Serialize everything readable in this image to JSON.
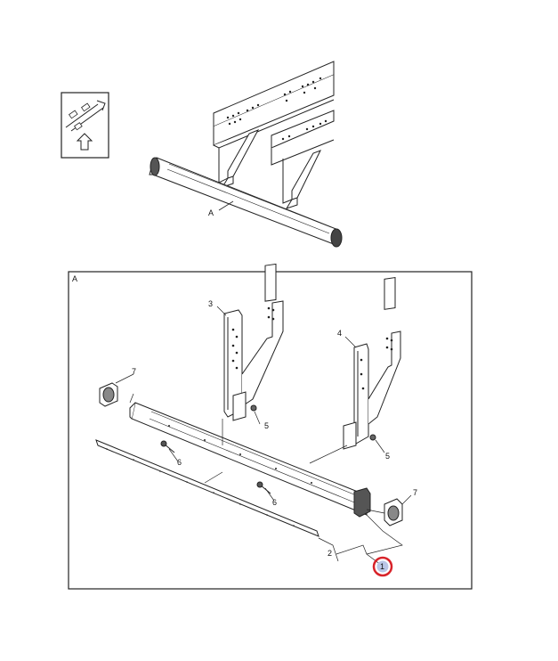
{
  "detail_callout": "A",
  "detail_box_title": "A",
  "callouts": {
    "c1": "1",
    "c2": "2",
    "c3": "3",
    "c4": "4",
    "c5a": "5",
    "c5b": "5",
    "c6a": "6",
    "c6b": "6",
    "c7a": "7",
    "c7b": "7"
  },
  "highlight_color": "#d8232a",
  "highlight_fill": "#b9c6e6",
  "orientation_icon": "vehicle-direction-icon"
}
